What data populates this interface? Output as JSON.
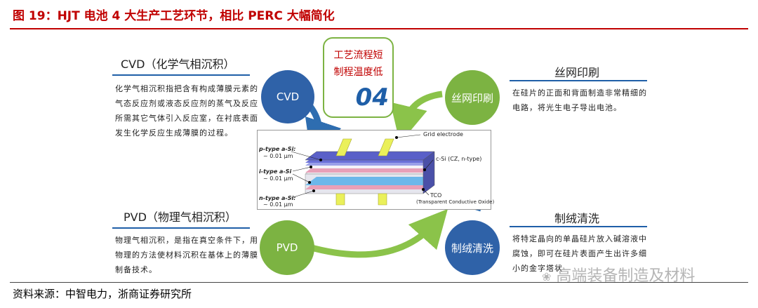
{
  "figure_title": "图 19：HJT 电池 4 大生产工艺环节，相比 PERC 大幅简化",
  "source": "资料来源：中智电力，浙商证券研究所",
  "center": {
    "line1": "工艺流程短",
    "line2": "制程温度低",
    "number": "04"
  },
  "cvd": {
    "title": "CVD（化学气相沉积）",
    "circle": "CVD",
    "desc": "化学气相沉积指把含有构成薄膜元素的气态反应剂或液态反应剂的蒸气及反应所需其它气体引入反应室，在衬底表面发生化学反应生成薄膜的过程。"
  },
  "pvd": {
    "title": "PVD（物理气相沉积）",
    "circle": "PVD",
    "desc": "物理气相沉积，是指在真空条件下，用物理的方法使材料沉积在基体上的薄膜制备技术。"
  },
  "screen": {
    "title": "丝网印刷",
    "circle": "丝网印刷",
    "desc": "在硅片的正面和背面制造非常精细的电路，将光生电子导出电池。"
  },
  "texture": {
    "title": "制绒清洗",
    "circle": "制绒清洗",
    "desc": "将特定晶向的单晶硅片放入碱溶液中腐蚀，即可在硅片表面产生出许多细小的金字塔状"
  },
  "cell_labels": {
    "grid": "Grid electrode",
    "p_type": "p-type a-Si:",
    "p_thick": "~ 0.01 μm",
    "i_type": "i-type a-Si",
    "i_thick": "~ 0.01 μm",
    "n_type": "n-type a-Si:",
    "n_thick": "~ 0.01 μm",
    "csi": "c-Si (CZ, n-type)",
    "tco": "TCO",
    "tco_full": "(Transparent Conductive Oxide)"
  },
  "watermark": "高端装备制造及材料",
  "colors": {
    "title_red": "#c00000",
    "blue": "#2f62a8",
    "green": "#7cb342",
    "arrow_green": "#8bc34a",
    "arrow_blue": "#2e6db0"
  }
}
